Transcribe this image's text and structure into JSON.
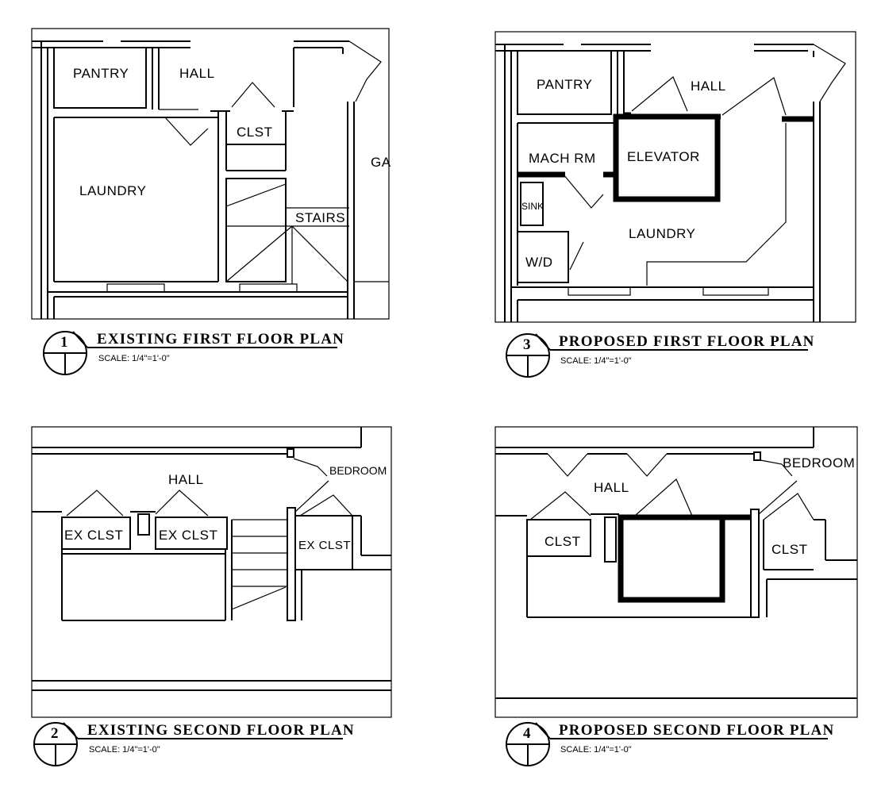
{
  "plans": [
    {
      "number": "1",
      "title": "EXISTING FIRST FLOOR PLAN",
      "scale": "SCALE: 1/4\"=1'-0\"",
      "rooms": {
        "pantry": "PANTRY",
        "hall": "HALL",
        "clst": "CLST",
        "laundry": "LAUNDRY",
        "stairs": "STAIRS",
        "garage": "GA"
      }
    },
    {
      "number": "2",
      "title": "EXISTING SECOND FLOOR PLAN",
      "scale": "SCALE: 1/4\"=1'-0\"",
      "rooms": {
        "hall": "HALL",
        "bedroom": "BEDROOM",
        "ex_clst_1": "EX CLST",
        "ex_clst_2": "EX CLST",
        "ex_clst_3": "EX CLST"
      }
    },
    {
      "number": "3",
      "title": "PROPOSED FIRST FLOOR PLAN",
      "scale": "SCALE: 1/4\"=1'-0\"",
      "rooms": {
        "pantry": "PANTRY",
        "hall": "HALL",
        "mach_rm": "MACH RM",
        "elevator": "ELEVATOR",
        "sink": "SINK",
        "laundry": "LAUNDRY",
        "wd": "W/D"
      }
    },
    {
      "number": "4",
      "title": "PROPOSED SECOND FLOOR PLAN",
      "scale": "SCALE: 1/4\"=1'-0\"",
      "rooms": {
        "hall": "HALL",
        "bedroom": "BEDROOM",
        "clst_1": "CLST",
        "clst_2": "CLST"
      }
    }
  ]
}
